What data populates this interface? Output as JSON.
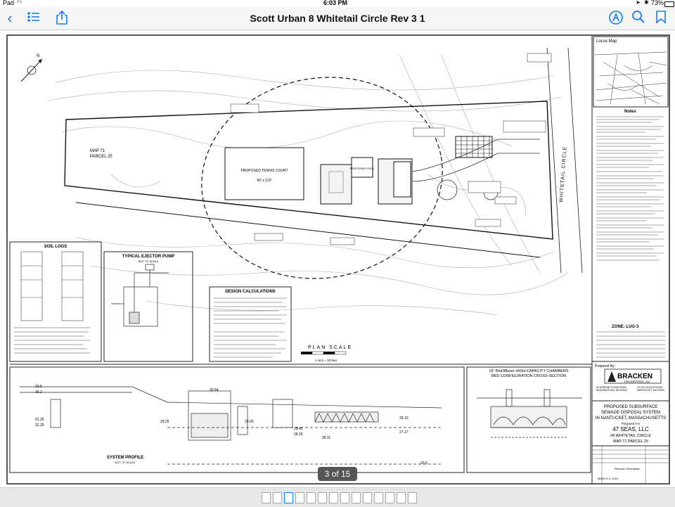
{
  "status_bar": {
    "carrier": "Pad",
    "time": "6:03 PM",
    "battery": "73%"
  },
  "nav": {
    "title": "Scott Urban 8 Whitetail Circle Rev 3 1"
  },
  "page_indicator": "3 of 15",
  "drawing": {
    "locus_map_label": "Locus Map",
    "notes_title": "Notes",
    "soil_logs_title": "SOIL LOGS",
    "ejector_title": "TYPICAL EJECTOR PUMP",
    "not_to_scale": "NOT TO SCALE",
    "design_calc_title": "DESIGN CALCULATIONS",
    "plan_scale": "PLAN SCALE",
    "plan_scale_note": "1 inch = 30 feet",
    "system_profile_title": "SYSTEM PROFILE",
    "chamber_title1": "16\" BioDiffuser HIGH-CAPACITY CHAMBERS",
    "chamber_title2": "BED CONFIGURATION CROSS-SECTION",
    "road_label": "WHITETAIL CIRCLE",
    "map_label": "MAP 71",
    "parcel_label": "PARCEL 25",
    "tennis_court": "PROPOSED TENNIS COURT",
    "tennis_size": "60' x 120'",
    "proposed_pool": "PROPOSED POOL",
    "zone_title": "ZONE: LUG-3",
    "prepared_by": "Prepared By:",
    "company": "BRACKEN",
    "company_sub": "ENGINEERING, INC.",
    "address1": "49 HERRING POND ROAD",
    "address2": "BUZZARDS BAY, MA 02532",
    "address3": "19 OLD SOUTH ROAD",
    "address4": "NANTUCKET, MA 02554",
    "proj_title1": "PROPOSED SUBSURFACE",
    "proj_title2": "SEWAGE DISPOSAL SYSTEM",
    "proj_title3": "IN NANTUCKET, MASSACHUSETTS",
    "prepared_for": "Prepared For",
    "owner": "47 SEAS, LLC",
    "site_address": "#8 WHITETAIL CIRCLE",
    "map_parcel": "MAP 71   PARCEL 25",
    "date_label": "MARCH 4, 2016",
    "revision_header": "Revision Description",
    "elev_1": "30.54",
    "elev_2": "29.25",
    "elev_3": "29.00",
    "elev_4": "28.42",
    "elev_5": "28.25",
    "elev_6": "28.11",
    "elev_7": "28.10",
    "elev_8": "27.17",
    "elev_9": "20.5",
    "elev_10": "33.5",
    "elev_11": "36.2",
    "elev_12": "31.25",
    "elev_13": "32.25"
  }
}
